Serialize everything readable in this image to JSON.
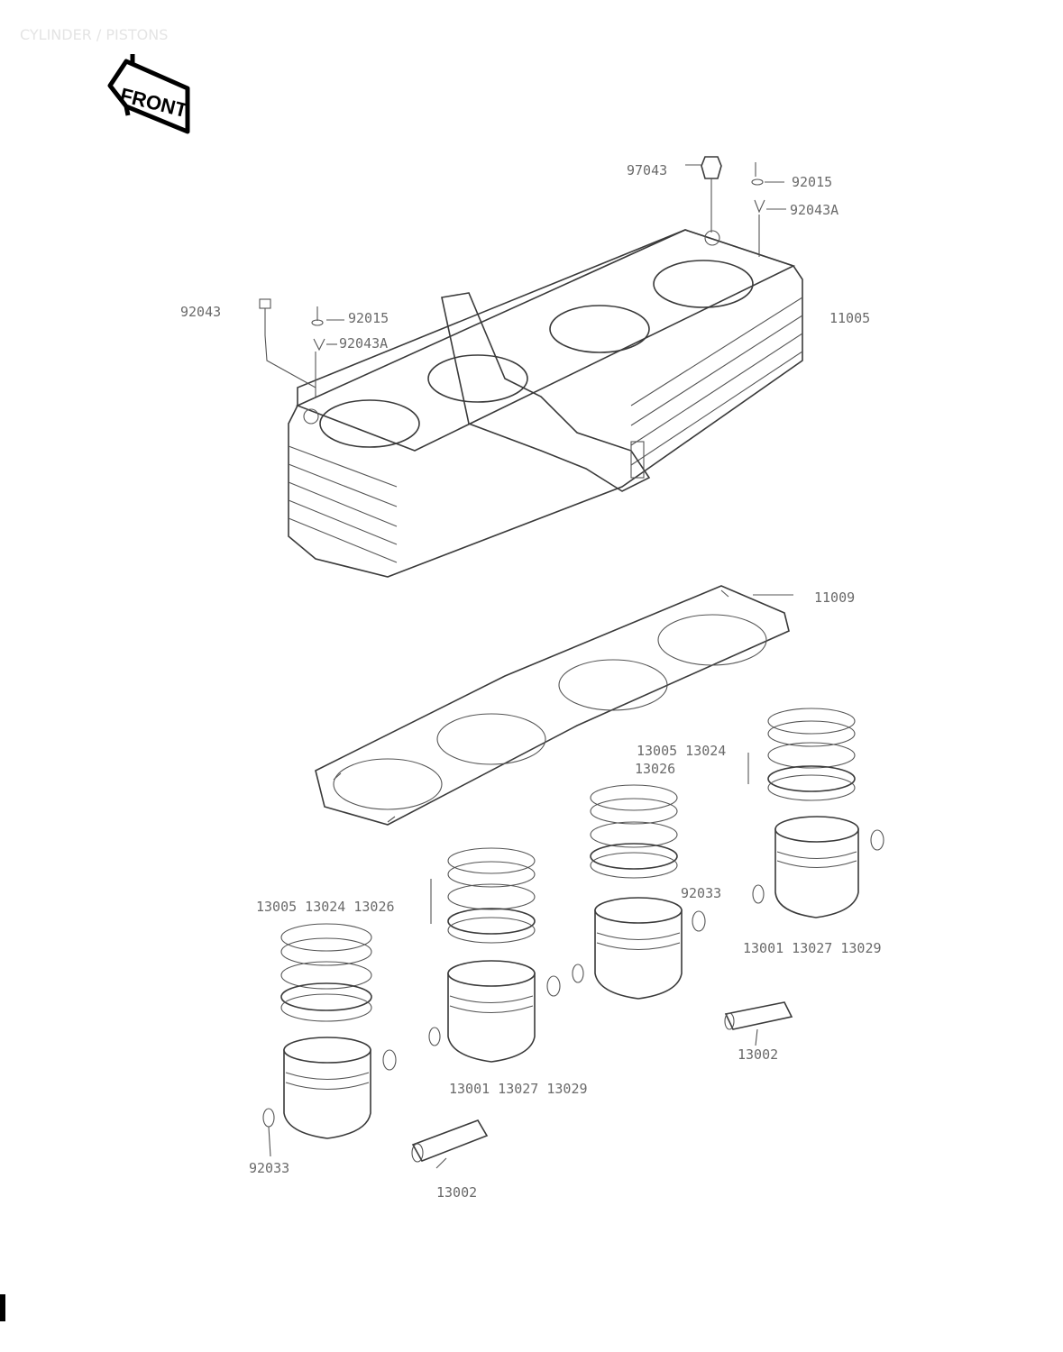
{
  "header": {
    "faint_title": "CYLINDER / PISTONS",
    "faint_code": ""
  },
  "front_badge": {
    "text": "FRONT"
  },
  "labels": {
    "top_bolt_right": "97043",
    "top_washer_right": "92015",
    "top_dowel_right": "92043A",
    "top_bolt_left": "92043",
    "top_washer_left": "92015",
    "top_dowel_left": "92043A",
    "cylinder_block": "11005",
    "base_gasket": "11009",
    "ring_set_top_right": "13005 13024",
    "ring_set_top_right_b": "13026",
    "ring_set_left_1": "13005 13024 13026",
    "piston_right": "13001 13027 13029",
    "piston_middle": "13001 13027 13029",
    "circlip_right": "92033",
    "circlip_left": "92033",
    "pin_right": "13002",
    "pin_left": "13002"
  }
}
